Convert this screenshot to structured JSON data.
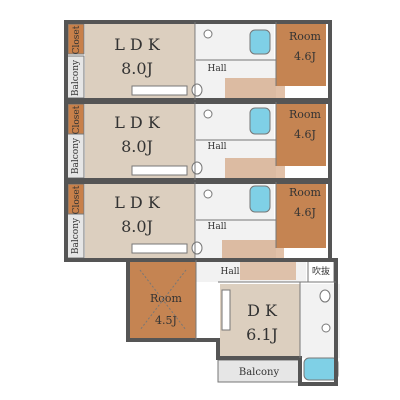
{
  "units": [
    {
      "ldk_label": "L D K",
      "ldk_size": "8.0J",
      "closet_label": "Closet",
      "balcony_label": "Balcony",
      "hall_label": "Hall",
      "room_label": "Room",
      "room_size": "4.6J"
    },
    {
      "ldk_label": "L D K",
      "ldk_size": "8.0J",
      "closet_label": "Closet",
      "balcony_label": "Balcony",
      "hall_label": "Hall",
      "room_label": "Room",
      "room_size": "4.6J"
    },
    {
      "ldk_label": "L D K",
      "ldk_size": "8.0J",
      "closet_label": "Closet",
      "balcony_label": "Balcony",
      "hall_label": "Hall",
      "room_label": "Room",
      "room_size": "4.6J"
    }
  ],
  "lower_unit": {
    "hall_label": "Hall",
    "fukinuke_label": "吹抜",
    "room_label": "Room",
    "room_size": "4.5J",
    "dk_label": "D K",
    "dk_size": "6.1J",
    "balcony_label": "Balcony"
  },
  "colors": {
    "ldk_floor": "#dccfbf",
    "room_floor": "#c58452",
    "wet_area": "#f2f2f2",
    "balcony": "#e6e6e6",
    "closet": "#c8804a",
    "bath": "#7fd0e6",
    "wall": "#555555"
  }
}
